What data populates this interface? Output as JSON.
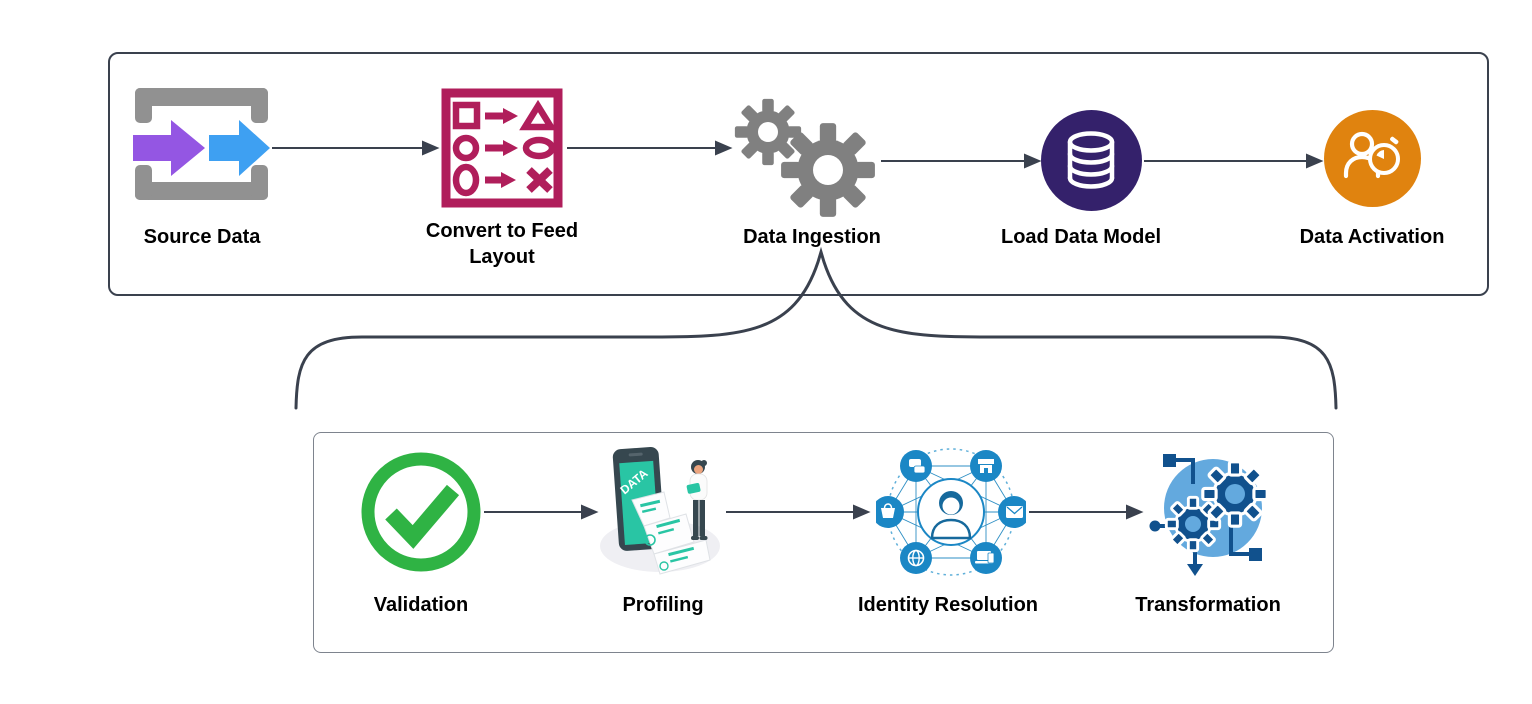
{
  "diagram": {
    "type": "flowchart",
    "main_flow": {
      "stages": [
        {
          "label": "Source Data",
          "icon": "source-data-icon",
          "accent": "#9456E3"
        },
        {
          "label": "Convert to Feed Layout",
          "icon": "convert-feed-icon",
          "accent": "#B01E5B"
        },
        {
          "label": "Data Ingestion",
          "icon": "gears-icon",
          "accent": "#808080"
        },
        {
          "label": "Load Data Model",
          "icon": "database-icon",
          "accent": "#34216B"
        },
        {
          "label": "Data Activation",
          "icon": "audience-timer-icon",
          "accent": "#E0830F"
        }
      ]
    },
    "ingestion_detail": {
      "expanded_from": "Data Ingestion",
      "stages": [
        {
          "label": "Validation",
          "icon": "check-circle-icon",
          "accent": "#2FB344"
        },
        {
          "label": "Profiling",
          "icon": "data-report-illustration",
          "accent": "#29C5A4",
          "screen_text": "DATA"
        },
        {
          "label": "Identity Resolution",
          "icon": "identity-network-icon",
          "accent": "#1B87C5"
        },
        {
          "label": "Transformation",
          "icon": "gears-circuit-icon",
          "accent": "#11518D"
        }
      ]
    },
    "connector_color": "#3A414E"
  }
}
